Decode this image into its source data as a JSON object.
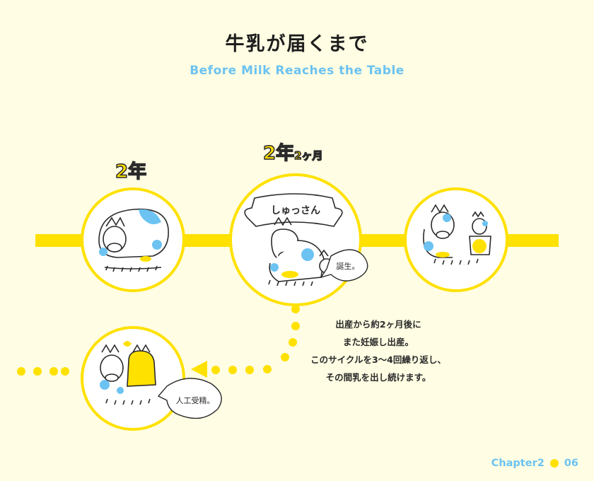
{
  "header": {
    "title": "牛乳が届くまで",
    "subtitle": "Before Milk Reaches the Table"
  },
  "timeline": {
    "label_a": "2年",
    "label_b_main": "2年",
    "label_b_small": "2ヶ月",
    "banner": "しゅっさん",
    "bubble_birth": "誕生。",
    "bubble_insemination": "人工受精。"
  },
  "note": {
    "lines": [
      "出産から約2ヶ月後に",
      "また妊娠し出産。",
      "このサイクルを3〜4回繰り返し、",
      "その間乳を出し続けます。"
    ]
  },
  "footer": {
    "chapter": "Chapter2",
    "page": "06"
  },
  "colors": {
    "yellow": "#ffe100",
    "blue": "#6cc3f2",
    "background": "#fffde3",
    "ink": "#2a2a2a"
  }
}
